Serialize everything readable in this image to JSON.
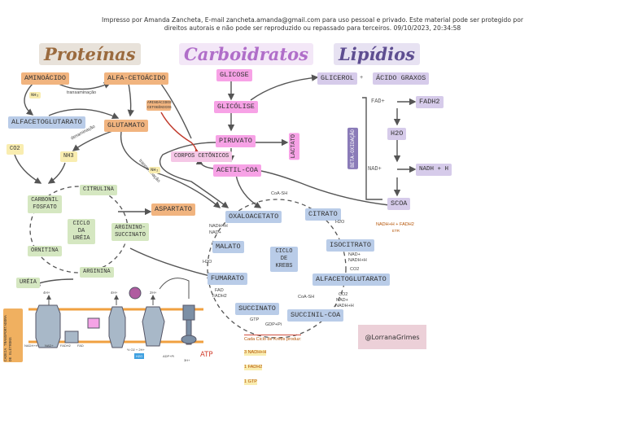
{
  "header": {
    "line1": "Impresso por Amanda Zancheta, E-mail zancheta.amanda@gmail.com para uso pessoal e privado. Este material pode ser protegido por",
    "line2": "direitos autorais e não pode ser reproduzido ou repassado para terceiros. 09/10/2023, 20:34:58"
  },
  "titles": {
    "proteinas": "Proteínas",
    "carboidratos": "Carboidratos",
    "lipidios": "Lipídios"
  },
  "proteins": {
    "aminoacido": "AMINOÁCIDO",
    "alfa_cetoacido": "ALFA-CETOÁCIDO",
    "alfacetoglutarato": "ALFACETOGLUTARATO",
    "glutamato": "GLUTAMATO",
    "transaminacao": "transaminação",
    "desaminacao": "desaminação",
    "nh_small": "NH₂",
    "co2": "CO2",
    "nh3": "NH3",
    "transaminacao2": "transaminação",
    "nh_arrow": "NH₂",
    "aminoacidos_cetogenicos": "AMINOÁCIDOS CETOGÊNICOS"
  },
  "urea_cycle": {
    "carbonil": "CARBONIL FOSFATO",
    "citrulina": "CITRULINA",
    "ciclo": "CICLO DA URÉIA",
    "arginino": "ARGININO-SUCCINATO",
    "ornitina": "ORNITINA",
    "arginina": "ARGININA",
    "aspartato": "ASPARTATO",
    "ureia": "URÉIA"
  },
  "carbs": {
    "glicose": "GLICOSE",
    "glicolise": "GLICÓLISE",
    "piruvato": "PIRUVATO",
    "lactato": "LACTATO",
    "corpos": "CORPOS CETÔNICOS",
    "acetil": "ACETIL-COA"
  },
  "lipids": {
    "glicerol": "GLICEROL",
    "plus": "+",
    "acidos": "ÁCIDO GRAXOS",
    "fad": "FAD+",
    "fadh2": "FADH2",
    "h2o": "H2O",
    "nad": "NAD+",
    "nadh": "NADH + H",
    "scoa": "SCOA",
    "beta": "BETA-OXIDAÇÃO",
    "note": "NADH+H + FADH2",
    "note2": "ETR"
  },
  "krebs": {
    "coash": "CoA-SH",
    "oxaloacetato": "OXALOACETATO",
    "citrato": "CITRATO",
    "h2o_a": "H2O",
    "nadh_a": "NADH+H",
    "nad_a": "NAD+",
    "malato": "MALATO",
    "ciclo": "CICLO DE KREBS",
    "isocitrato": "ISOCITRATO",
    "nad_b": "NAD+",
    "nadh_b": "NADH+H",
    "co2_b": "CO2",
    "h2o_b": "H2O",
    "fumarato": "FUMARATO",
    "alfacetoglutarato": "ALFACETOGLUTARATO",
    "fad_c": "FAD",
    "fadh2_c": "FADH2",
    "coash_b": "CoA-SH",
    "co2_c": "CO2",
    "nad_c": "NAD+",
    "nadh_c": "NADH+H",
    "succinato": "SUCCINATO",
    "succinilcoa": "SUCCINIL-COA",
    "gtp": "GTP",
    "gdp": "GDP+Pi",
    "summary_title": "Cada Ciclo de Krebs produz:",
    "summary": [
      "3 NADH+H",
      "1 FADH2",
      "1 GTP"
    ]
  },
  "etc": {
    "cadeia": "CADEIA TRANSPORTADORA DE ELÉTRONS",
    "h1": "4H+",
    "h2": "4H+",
    "h3": "2H+",
    "nadh": "NADH+H",
    "nad": "NAD+",
    "fadh2": "FADH2",
    "fad": "FAD",
    "o2": "½ O2 + 2H+",
    "h2o": "H2O",
    "adp": "ADP+Pi",
    "h_atp": "3H+",
    "atp": "ATP"
  },
  "signature": "@LorranaGrimes",
  "colors": {
    "orange": "#f1b47f",
    "blue": "#b9cce8",
    "yellow": "#f9edb0",
    "pink": "#f7a2e6",
    "green": "#d5e7c1",
    "purple": "#d6cbea",
    "gray": "#e3e3e3",
    "red": "#d13c2a"
  }
}
